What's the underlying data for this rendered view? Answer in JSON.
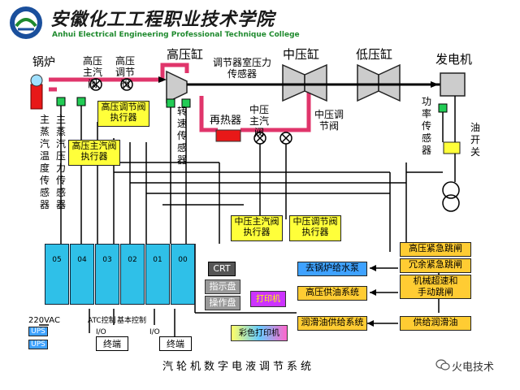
{
  "header": {
    "college_cn": "安徽化工工程职业技术学院",
    "college_en": "Anhui Electrical Engineering Professional Technique College"
  },
  "components": {
    "boiler": "锅炉",
    "hp_main_valve": "高压主汽阀",
    "hp_control_valve": "高压调节阀",
    "hp_cylinder": "高压缸",
    "ip_cylinder": "中压缸",
    "lp_cylinder": "低压缸",
    "generator": "发电机",
    "regulating_chamber_pressure_sensor": "调节器室压力传感器",
    "reheater": "再热器",
    "ip_main_valve": "中压主汽阀",
    "ip_control_valve": "中压调节阀",
    "speed_sensor": "转速传感器",
    "power_sensor": "功率传感器",
    "oil_switch": "油开关",
    "main_steam_temp_sensor": "主蒸汽温度传感器",
    "main_steam_pressure_sensor": "主蒸汽压力传感器"
  },
  "actuators": {
    "hp_control_actuator": "高压调节阀执行器",
    "hp_main_actuator": "高压主汽阀执行器",
    "ip_main_actuator": "中压主汽阀执行器",
    "ip_control_actuator": "中压调节阀执行器"
  },
  "racks": [
    "05",
    "04",
    "03",
    "02",
    "01",
    "00"
  ],
  "console": {
    "crt": "CRT",
    "indicator_panel": "指示盘",
    "operator_panel": "操作盘",
    "printer": "打印机",
    "color_printer": "彩色打印机"
  },
  "power": {
    "ac": "220VAC",
    "ups1": "UPS",
    "ups2": "UPS"
  },
  "io_labels": {
    "atc_control": "ATC控制",
    "io1": "I/O",
    "basic_control": "基本控制",
    "io2": "I/O",
    "terminal1": "终端",
    "terminal2": "终端"
  },
  "protection": {
    "boiler_feed_pump": "去锅炉给水泵",
    "hp_supply": "高压供油系统",
    "lube_supply": "润滑油供给系统",
    "hp_emergency_trip": "高压紧急跳闸",
    "redundant_emergency_trip": "冗余紧急跳闸",
    "overspeed_trip": "机械超速和手动跳闸",
    "lube_feed": "供给润滑油"
  },
  "footer": {
    "title": "汽轮机数字电液调节系统",
    "watermark": "火电技术"
  },
  "colors": {
    "steam_line": "#e0356b",
    "actuator_yellow": "#ffff3a",
    "protection_orange": "#ffcc33",
    "blue_box": "#3fa2ff",
    "rack_cyan": "#2fc0e8",
    "reheater_red": "#e81818",
    "sensor_green": "#22cc55"
  }
}
